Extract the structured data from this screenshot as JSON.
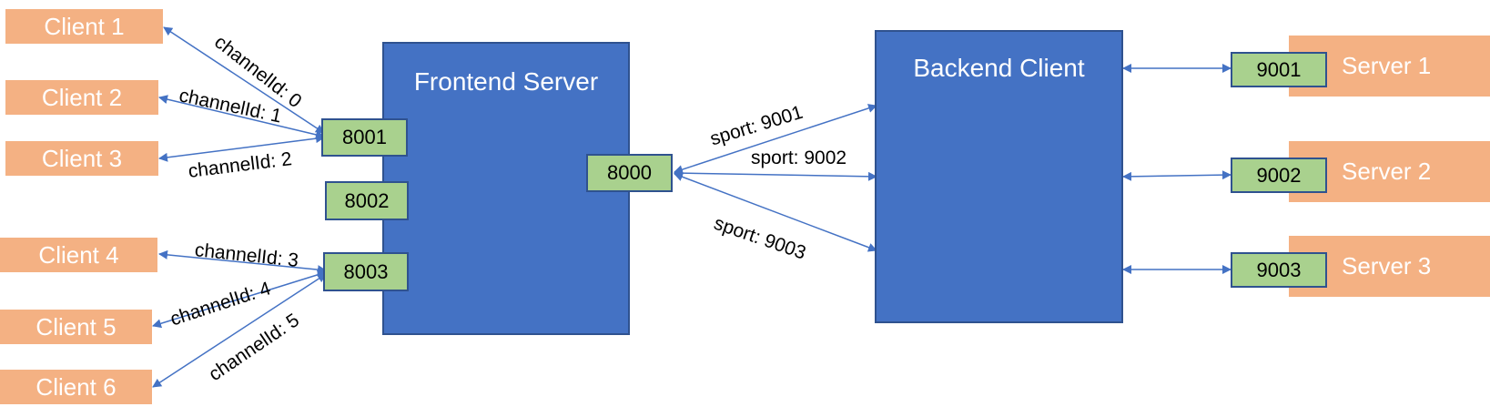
{
  "clients": [
    {
      "label": "Client 1"
    },
    {
      "label": "Client 2"
    },
    {
      "label": "Client 3"
    },
    {
      "label": "Client 4"
    },
    {
      "label": "Client 5"
    },
    {
      "label": "Client 6"
    }
  ],
  "servers": [
    {
      "label": "Server 1"
    },
    {
      "label": "Server 2"
    },
    {
      "label": "Server 3"
    }
  ],
  "frontend": {
    "title": "Frontend Server",
    "ports": [
      "8001",
      "8002",
      "8003"
    ],
    "backend_port": "8000"
  },
  "backend": {
    "title": "Backend Client",
    "ports": [
      "9001",
      "9002",
      "9003"
    ]
  },
  "channel_labels": [
    "channelId: 0",
    "channelId: 1",
    "channelId: 2",
    "channelId: 3",
    "channelId: 4",
    "channelId: 5"
  ],
  "sport_labels": [
    "sport: 9001",
    "sport: 9002",
    "sport: 9003"
  ],
  "colors": {
    "client_fill": "#f4b183",
    "block_fill": "#4472c4",
    "port_fill": "#a9d18e",
    "arrow": "#4472c4"
  }
}
